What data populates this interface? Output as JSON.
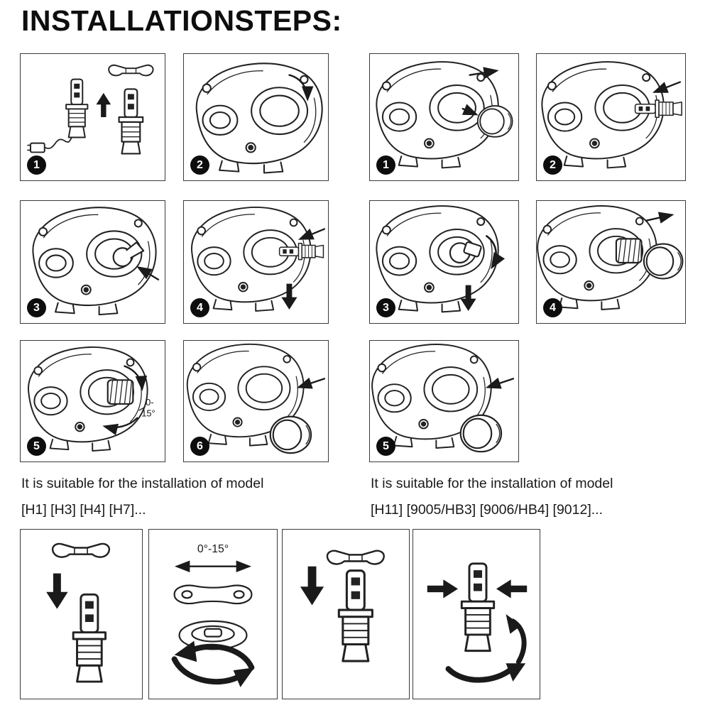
{
  "title": "INSTALLATIONSTEPS:",
  "left_group": {
    "steps": [
      "1",
      "2",
      "3",
      "4",
      "5",
      "6"
    ],
    "note_line1": "It is suitable for the installation of model",
    "note_line2": "[H1] [H3] [H4] [H7]..."
  },
  "right_group": {
    "steps": [
      "1",
      "2",
      "3",
      "4",
      "5"
    ],
    "note_line1": "It is suitable for the installation of model",
    "note_line2": "[H11] [9005/HB3] [9006/HB4] [9012]..."
  },
  "labels": {
    "angle_a": "0-",
    "angle_b": "15°",
    "angle_range": "0°-15°"
  }
}
